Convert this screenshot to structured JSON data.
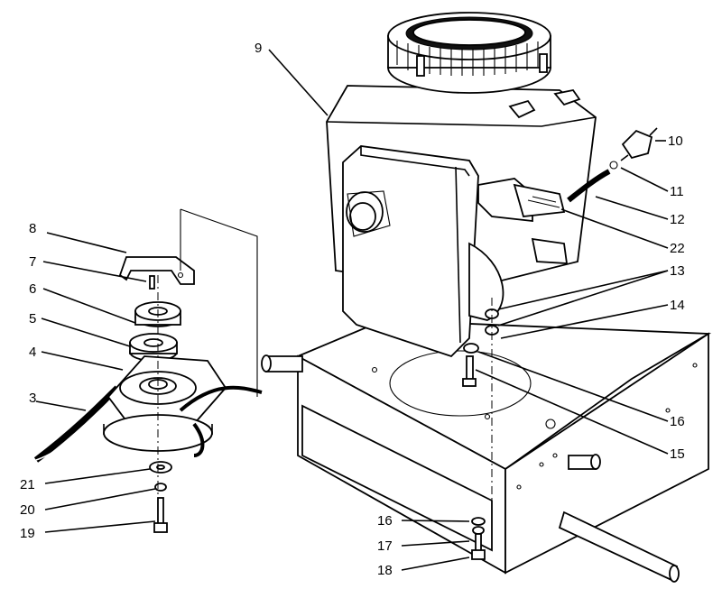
{
  "callouts": [
    {
      "id": "9",
      "label": "9"
    },
    {
      "id": "10",
      "label": "10"
    },
    {
      "id": "11",
      "label": "11"
    },
    {
      "id": "12",
      "label": "12"
    },
    {
      "id": "22",
      "label": "22"
    },
    {
      "id": "13",
      "label": "13"
    },
    {
      "id": "14",
      "label": "14"
    },
    {
      "id": "8",
      "label": "8"
    },
    {
      "id": "7",
      "label": "7"
    },
    {
      "id": "6",
      "label": "6"
    },
    {
      "id": "5",
      "label": "5"
    },
    {
      "id": "4",
      "label": "4"
    },
    {
      "id": "3",
      "label": "3"
    },
    {
      "id": "16a",
      "label": "16"
    },
    {
      "id": "15",
      "label": "15"
    },
    {
      "id": "21",
      "label": "21"
    },
    {
      "id": "20",
      "label": "20"
    },
    {
      "id": "19",
      "label": "19"
    },
    {
      "id": "16b",
      "label": "16"
    },
    {
      "id": "17",
      "label": "17"
    },
    {
      "id": "18",
      "label": "18"
    }
  ]
}
